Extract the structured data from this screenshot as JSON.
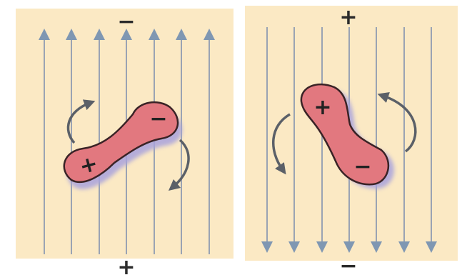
{
  "colors": {
    "panel_background": "#fbe9c4",
    "field_line": "#9aa3b3",
    "arrow_head": "#7f97b2",
    "molecule_fill": "#e2787f",
    "molecule_outline": "#3a2326",
    "molecule_shadow": "#a9a3dd",
    "rotation_arrow": "#5b6068",
    "sign_color": "#2b2b2b"
  },
  "left_panel": {
    "top_pole": "−",
    "bottom_pole": "+",
    "field_direction": "up",
    "molecule": {
      "charge_a": "+",
      "charge_b": "−"
    },
    "rotation_arrows": [
      "rotation-arrow-up-left",
      "rotation-arrow-down-right"
    ]
  },
  "right_panel": {
    "top_pole": "+",
    "bottom_pole": "−",
    "field_direction": "down",
    "molecule": {
      "charge_a": "+",
      "charge_b": "−"
    },
    "rotation_arrows": [
      "rotation-arrow-down-left",
      "rotation-arrow-up-right"
    ]
  }
}
